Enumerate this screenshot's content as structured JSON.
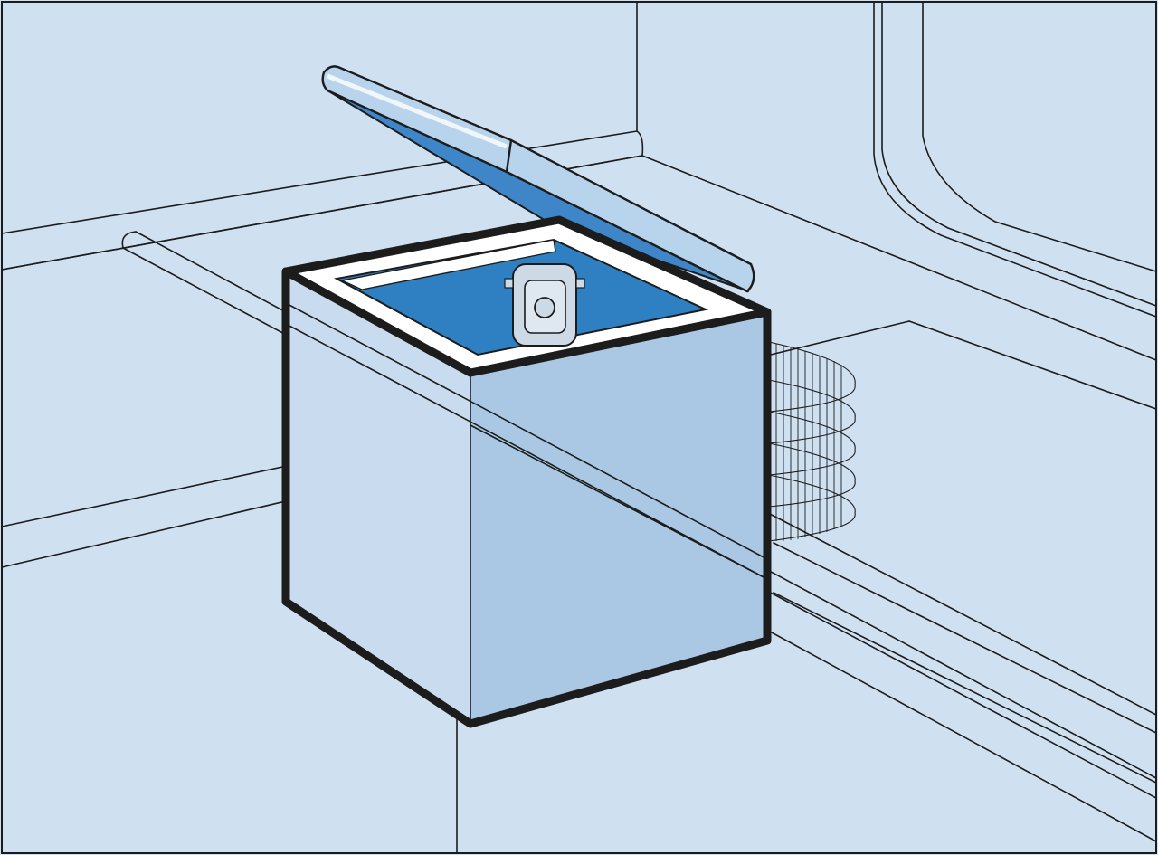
{
  "scene": {
    "subject": "chest-freezer",
    "lid_state": "open",
    "components": {
      "cabinet": "freezer-cabinet",
      "lid": "freezer-lid",
      "interior": "freezer-interior",
      "control": "thermostat-control",
      "condenser": "condenser-coil",
      "wall": "back-wall",
      "floor": "floor",
      "window": "window-frame",
      "rail": "wall-rail"
    }
  },
  "colors": {
    "background": "#cfe0f1",
    "cabinet_front": "#c9dcef",
    "cabinet_side": "#aac8e4",
    "interior": "#2e80c2",
    "lid_top": "#b8d3ec",
    "lid_underside": "#3f86c8",
    "rim": "#ffffff",
    "control_body": "#cdd9e5",
    "outline": "#1c1c1c"
  }
}
